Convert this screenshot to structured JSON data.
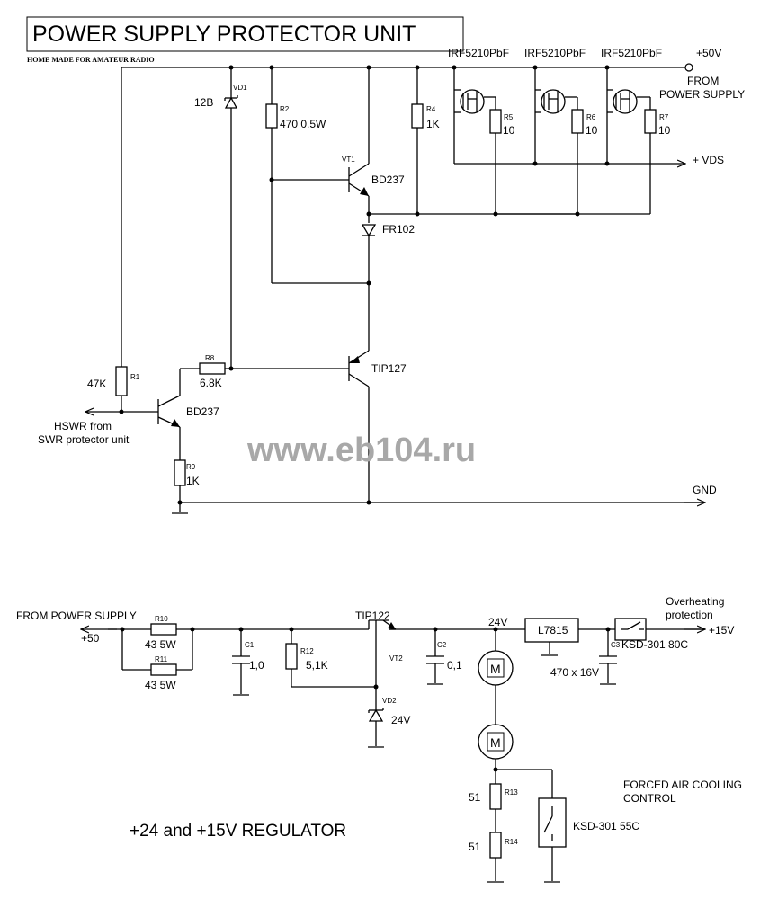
{
  "title": "POWER SUPPLY PROTECTOR UNIT",
  "subtitle": "HOME MADE FOR AMATEUR RADIO",
  "watermark": "www.eb104.ru",
  "protector": {
    "supply_label": "+50V",
    "from_supply": [
      "FROM",
      "POWER SUPPLY"
    ],
    "vds_label": "+ VDS",
    "gnd_label": "GND",
    "hswr": [
      "HSWR from",
      "SWR protector unit"
    ],
    "mosfets": [
      {
        "part": "IRF5210PbF",
        "ref": "R5",
        "value": "10"
      },
      {
        "part": "IRF5210PbF",
        "ref": "R6",
        "value": "10"
      },
      {
        "part": "IRF5210PbF",
        "ref": "R7",
        "value": "10"
      }
    ],
    "r1": {
      "ref": "R1",
      "value": "47K"
    },
    "r2": {
      "ref": "R2",
      "value": "470 0.5W"
    },
    "r4": {
      "ref": "R4",
      "value": "1K"
    },
    "r8": {
      "ref": "R8",
      "value": "6.8K"
    },
    "r9": {
      "ref": "R9",
      "value": "1K"
    },
    "vd1": {
      "ref": "VD1",
      "value": "12B"
    },
    "vt1": {
      "ref": "VT1",
      "part": "BD237"
    },
    "d_fr": {
      "part": "FR102"
    },
    "q_tip": {
      "part": "TIP127"
    },
    "q_in": {
      "part": "BD237"
    }
  },
  "regulator": {
    "heading": "+24 and +15V REGULATOR",
    "from_supply": "FROM POWER SUPPLY",
    "input_label": "+50",
    "r10": {
      "ref": "R10",
      "value": "43 5W"
    },
    "r11": {
      "ref": "R11",
      "value": "43 5W"
    },
    "c1": {
      "ref": "C1",
      "value": "1,0"
    },
    "r12": {
      "ref": "R12",
      "value": "5,1K"
    },
    "vt2": {
      "ref": "VT2",
      "part": "TIP122"
    },
    "vd2": {
      "ref": "VD2",
      "value": "24V"
    },
    "c2": {
      "ref": "C2",
      "value": "0,1"
    },
    "node_24": "24V",
    "motor_symbol": "M",
    "ic": "L7815",
    "c3": {
      "ref": "C3",
      "value": "470 x 16V"
    },
    "overheat": [
      "Overheating",
      "protection"
    ],
    "switch1": "KSD-301 80C",
    "output_label": "+15V",
    "r13": {
      "ref": "R13",
      "value": "51"
    },
    "r14": {
      "ref": "R14",
      "value": "51"
    },
    "cooling": [
      "FORCED AIR COOLING",
      "CONTROL"
    ],
    "switch2": "KSD-301 55C"
  }
}
